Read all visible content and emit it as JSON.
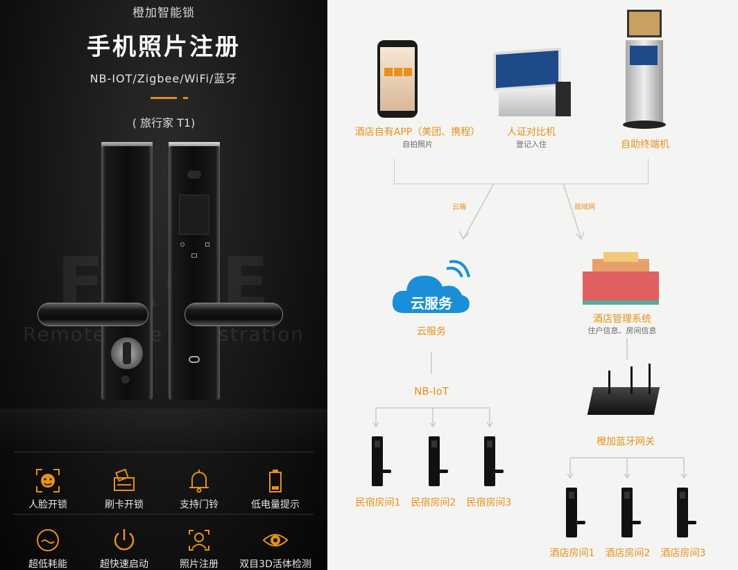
{
  "left": {
    "brand": "橙加智能锁",
    "title": "手机照片注册",
    "protocols": "NB-IOT/Zigbee/WiFi/蓝牙",
    "model": "( 旅行家 T1)",
    "watermark_big": "FACE",
    "watermark_small": "Remote  Face  Registration",
    "features_row1": [
      {
        "label": "人脸开锁",
        "icon": "face-icon"
      },
      {
        "label": "刷卡开锁",
        "icon": "card-swipe-icon"
      },
      {
        "label": "支持门铃",
        "icon": "bell-icon"
      },
      {
        "label": "低电量提示",
        "icon": "low-battery-icon"
      }
    ],
    "features_row2": [
      {
        "label": "超低耗能",
        "icon": "low-power-icon"
      },
      {
        "label": "超快速启动",
        "icon": "power-icon"
      },
      {
        "label": "照片注册",
        "icon": "photo-register-icon"
      },
      {
        "label": "双目3D活体检测",
        "icon": "eye-3d-icon"
      }
    ]
  },
  "right": {
    "sources": [
      {
        "label": "酒店自有APP（美团、携程）",
        "sub": "自拍照片",
        "icon": "phone-icon"
      },
      {
        "label": "人证对比机",
        "sub": "登记入住",
        "icon": "id-compare-machine-icon"
      },
      {
        "label": "自助终端机",
        "sub": "",
        "icon": "kiosk-icon"
      }
    ],
    "path_cloud": "云端",
    "path_lan": "局域网",
    "cloud": {
      "badge": "云服务",
      "label": "云服务"
    },
    "hotel": {
      "label": "酒店管理系统",
      "sub": "住户信息、房间信息"
    },
    "nbiot": "NB-IoT",
    "gateway": "橙加蓝牙网关",
    "homestay_rooms": [
      "民宿房间1",
      "民宿房间2",
      "民宿房间3"
    ],
    "hotel_rooms": [
      "酒店房间1",
      "酒店房间2",
      "酒店房间3"
    ]
  },
  "colors": {
    "accent": "#e8901a",
    "cloud": "#1a8fd8",
    "dark_bg": "#111111",
    "line": "#c8c8c8"
  }
}
